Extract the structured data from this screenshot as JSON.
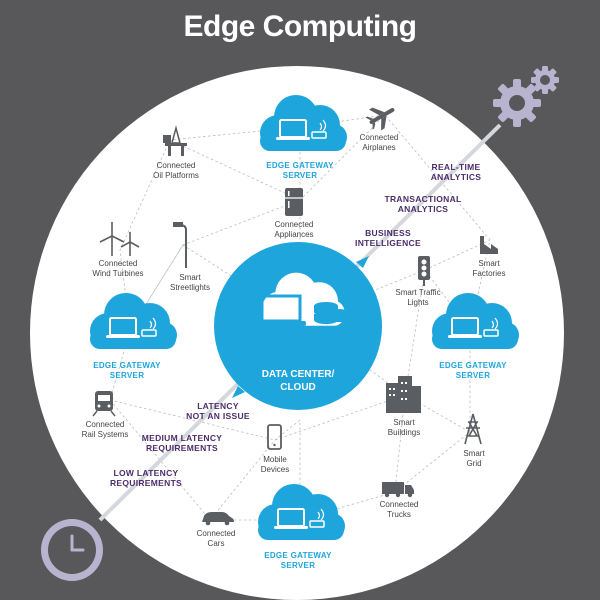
{
  "title": "Edge Computing",
  "center": {
    "line1": "DATA CENTER/",
    "line2": "CLOUD"
  },
  "gateways": {
    "top": {
      "line1": "EDGE GATEWAY",
      "line2": "SERVER"
    },
    "left": {
      "line1": "EDGE GATEWAY",
      "line2": "SERVER"
    },
    "right": {
      "line1": "EDGE GATEWAY",
      "line2": "SERVER"
    },
    "bottom": {
      "line1": "EDGE GATEWAY",
      "line2": "SERVER"
    }
  },
  "devices": {
    "oil_platforms": {
      "line1": "Connected",
      "line2": "Oil Platforms",
      "icon": "oil-platform-icon"
    },
    "airplanes": {
      "line1": "Connected",
      "line2": "Airplanes",
      "icon": "airplane-icon"
    },
    "appliances": {
      "line1": "Connected",
      "line2": "Appliances",
      "icon": "refrigerator-icon"
    },
    "wind_turbines": {
      "line1": "Connected",
      "line2": "Wind Turbines",
      "icon": "wind-turbine-icon"
    },
    "streetlights": {
      "line1": "Smart",
      "line2": "Streetlights",
      "icon": "streetlight-icon"
    },
    "traffic_lights": {
      "line1": "Smart Traffic",
      "line2": "Lights",
      "icon": "traffic-light-icon"
    },
    "factories": {
      "line1": "Smart",
      "line2": "Factories",
      "icon": "factory-icon"
    },
    "rail": {
      "line1": "Connected",
      "line2": "Rail Systems",
      "icon": "train-icon"
    },
    "mobile": {
      "line1": "Mobile",
      "line2": "Devices",
      "icon": "smartphone-icon"
    },
    "buildings": {
      "line1": "Smart",
      "line2": "Buildings",
      "icon": "building-icon"
    },
    "grid": {
      "line1": "Smart",
      "line2": "Grid",
      "icon": "power-tower-icon"
    },
    "trucks": {
      "line1": "Connected",
      "line2": "Trucks",
      "icon": "truck-icon"
    },
    "cars": {
      "line1": "Connected",
      "line2": "Cars",
      "icon": "car-icon"
    }
  },
  "spectrum": {
    "realtime": {
      "line1": "REAL-TIME",
      "line2": "ANALYTICS"
    },
    "transactional": {
      "line1": "TRANSACTIONAL",
      "line2": "ANALYTICS"
    },
    "business": {
      "line1": "BUSINESS",
      "line2": "INTELLIGENCE"
    },
    "latency_none": {
      "line1": "LATENCY",
      "line2": "NOT AN ISSUE"
    },
    "latency_med": {
      "line1": "MEDIUM LATENCY",
      "line2": "REQUIREMENTS"
    },
    "latency_low": {
      "line1": "LOW LATENCY",
      "line2": "REQUIREMENTS"
    }
  },
  "corner_icons": {
    "top_right": "gears-icon",
    "bottom_left": "clock-icon"
  },
  "colors": {
    "background": "#58585a",
    "circle": "#ffffff",
    "cyan": "#1ea5dc",
    "purple": "#4b2d6b",
    "icon": "#5a5d62",
    "gear": "#b8b3cf"
  }
}
